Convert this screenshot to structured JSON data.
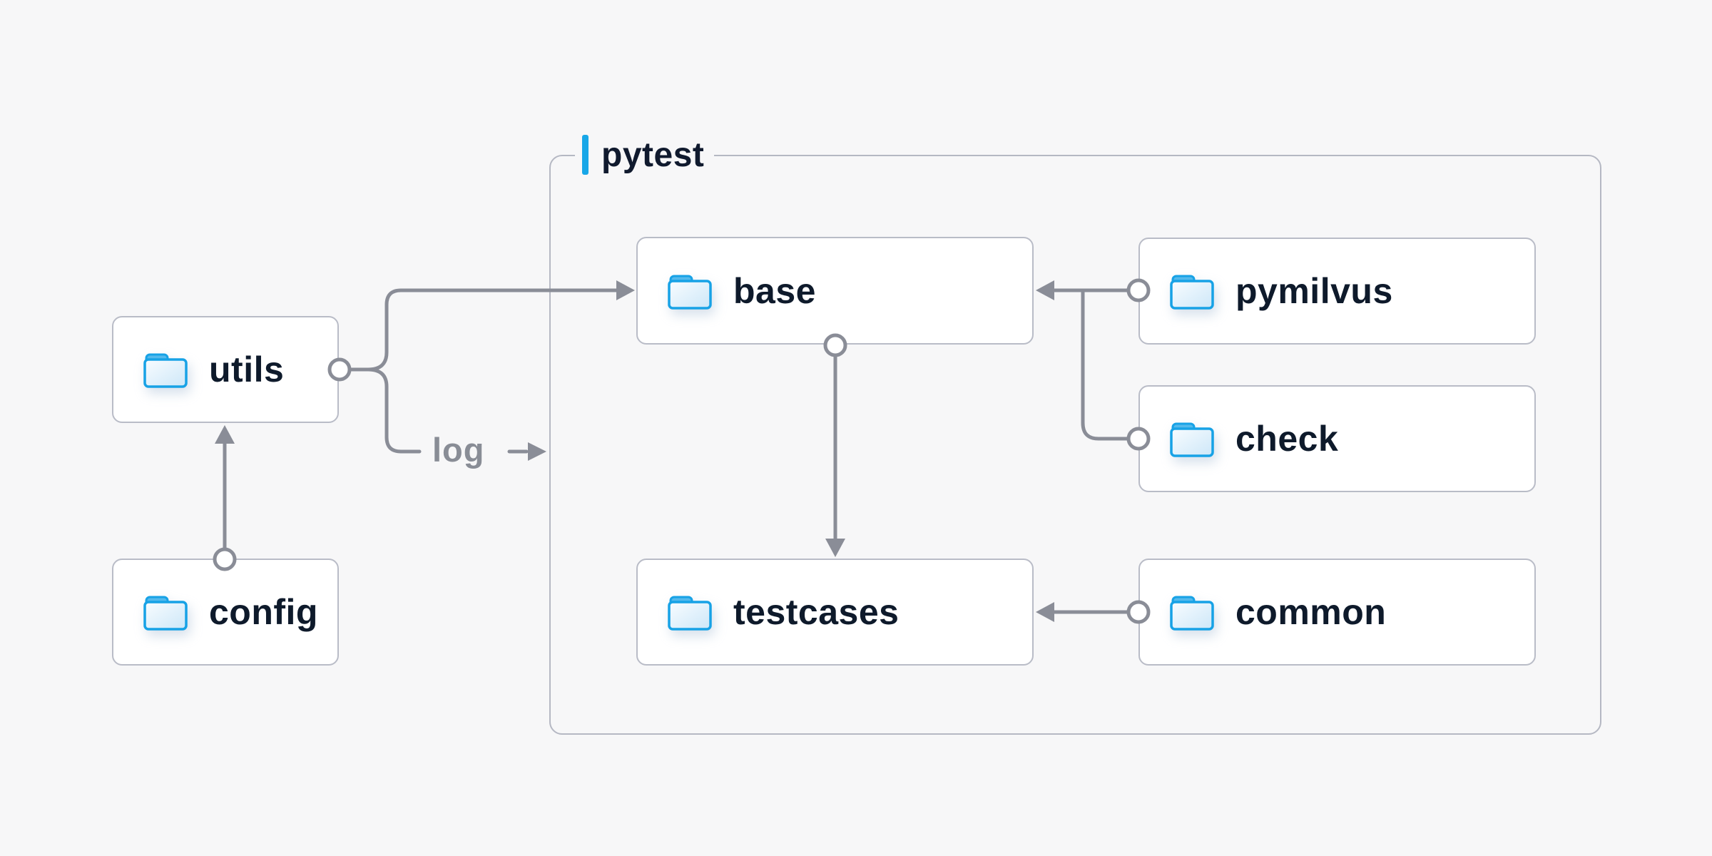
{
  "diagram": {
    "container": {
      "label": "pytest",
      "accent_color": "#18a7e8"
    },
    "nodes": [
      {
        "id": "utils",
        "label": "utils",
        "icon": "folder-icon"
      },
      {
        "id": "config",
        "label": "config",
        "icon": "folder-icon"
      },
      {
        "id": "base",
        "label": "base",
        "icon": "folder-icon"
      },
      {
        "id": "testcases",
        "label": "testcases",
        "icon": "folder-icon"
      },
      {
        "id": "pymilvus",
        "label": "pymilvus",
        "icon": "folder-icon"
      },
      {
        "id": "check",
        "label": "check",
        "icon": "folder-icon"
      },
      {
        "id": "common",
        "label": "common",
        "icon": "folder-icon"
      }
    ],
    "edge_label_text": "log",
    "edges": [
      {
        "from": "config",
        "to": "utils"
      },
      {
        "from": "utils",
        "to": "base"
      },
      {
        "from": "utils",
        "to": "pytest",
        "label": "log"
      },
      {
        "from": "pymilvus",
        "to": "base"
      },
      {
        "from": "check",
        "to": "base"
      },
      {
        "from": "base",
        "to": "testcases"
      },
      {
        "from": "common",
        "to": "testcases"
      }
    ],
    "colors": {
      "background": "#f7f7f8",
      "node_fill": "#ffffff",
      "node_border": "#b9bcc7",
      "container_border": "#b5b8c3",
      "connector": "#8a8d97",
      "label_text": "#0e1a2b",
      "edge_label_text_color": "#898d96",
      "accent_blue": "#18a7e8",
      "folder_stroke": "#17a2e6",
      "folder_fill": "#d9ecfa"
    }
  }
}
